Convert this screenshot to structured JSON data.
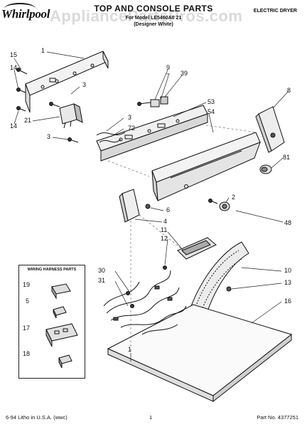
{
  "header": {
    "brand": "Whirlpool",
    "title": "TOP AND CONSOLE PARTS",
    "model_line": "For Model LE5460A0 21",
    "sub_line": "(Designer White)",
    "product": "ELECTRIC DRYER",
    "watermark": "AppliancePartsPros.com"
  },
  "harness_box": {
    "title": "WIRING HARNESS PARTS"
  },
  "callouts": [
    {
      "id": "c1",
      "label": "1"
    },
    {
      "id": "c15",
      "label": "15"
    },
    {
      "id": "c14a",
      "label": "14"
    },
    {
      "id": "c3a",
      "label": "3"
    },
    {
      "id": "c14b",
      "label": "14"
    },
    {
      "id": "c21",
      "label": "21"
    },
    {
      "id": "c3b",
      "label": "3"
    },
    {
      "id": "c9",
      "label": "9"
    },
    {
      "id": "c7",
      "label": "7"
    },
    {
      "id": "c39",
      "label": "39"
    },
    {
      "id": "c8",
      "label": "8"
    },
    {
      "id": "c53",
      "label": "53"
    },
    {
      "id": "c54",
      "label": "54"
    },
    {
      "id": "c3c",
      "label": "3"
    },
    {
      "id": "c72",
      "label": "72"
    },
    {
      "id": "c81",
      "label": "81"
    },
    {
      "id": "c2",
      "label": "2"
    },
    {
      "id": "c6",
      "label": "6"
    },
    {
      "id": "c48",
      "label": "48"
    },
    {
      "id": "c4",
      "label": "4"
    },
    {
      "id": "c11",
      "label": "11"
    },
    {
      "id": "c12",
      "label": "12"
    },
    {
      "id": "c30",
      "label": "30"
    },
    {
      "id": "c31",
      "label": "31"
    },
    {
      "id": "c10",
      "label": "10"
    },
    {
      "id": "c13",
      "label": "13"
    },
    {
      "id": "c16",
      "label": "16"
    },
    {
      "id": "c19",
      "label": "19"
    },
    {
      "id": "c5",
      "label": "5"
    },
    {
      "id": "c17",
      "label": "17"
    },
    {
      "id": "c18",
      "label": "18"
    },
    {
      "id": "c1b",
      "label": "1"
    }
  ],
  "footer": {
    "left": "6-94 Litho in U.S.A. (wwc)",
    "page": "1",
    "part_no": "Part No. 4377251"
  }
}
